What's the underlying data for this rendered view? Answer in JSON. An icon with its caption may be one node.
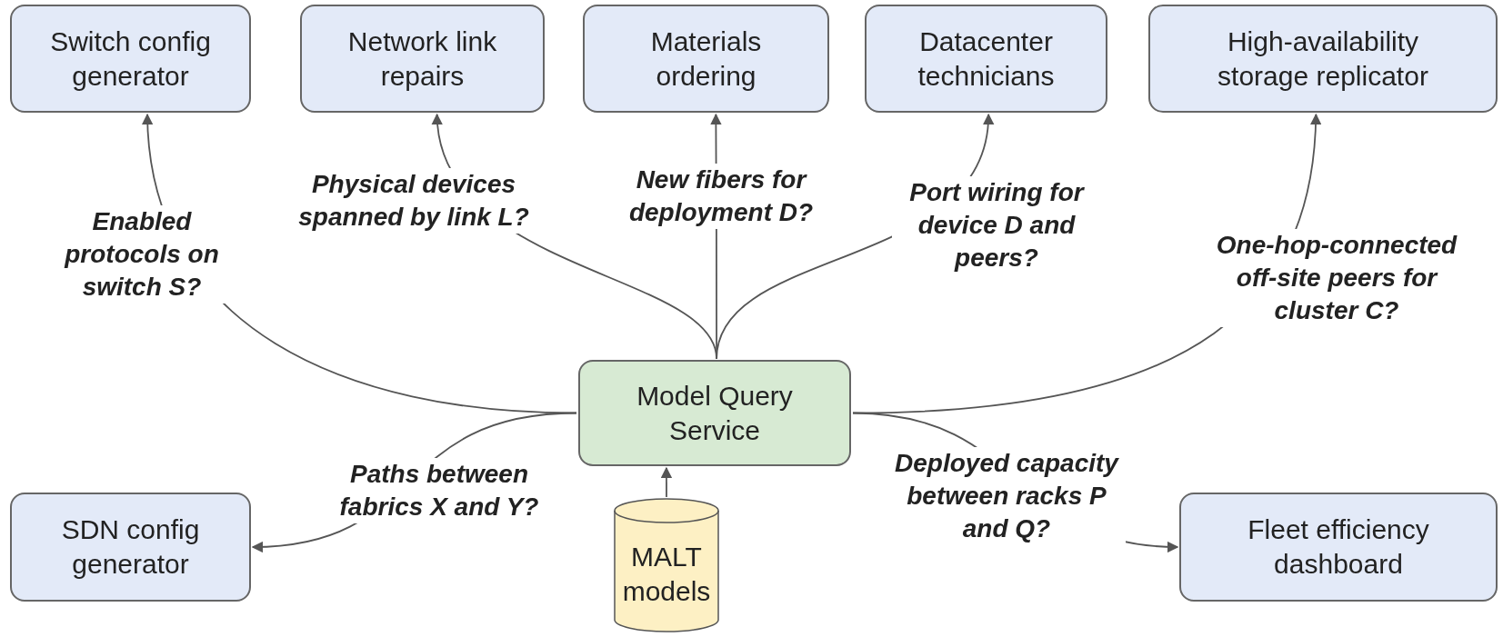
{
  "diagram": {
    "nodes": [
      {
        "text": [
          "Switch config generator"
        ]
      },
      {
        "text": [
          "Network link repairs"
        ]
      },
      {
        "text": [
          "Materials ordering"
        ]
      },
      {
        "text": [
          "Datacenter technicians"
        ]
      },
      {
        "text": [
          "High-availability storage replicator"
        ]
      },
      {
        "text": [
          "Model Query Service"
        ]
      },
      {
        "text": [
          "SDN config generator"
        ]
      },
      {
        "text": [
          "MALT models"
        ]
      },
      {
        "text": [
          "Fleet efficiency dashboard"
        ]
      }
    ],
    "edges": [
      {
        "from": 5,
        "to": 0,
        "arrow": "to",
        "label": "Enabled protocols on switch S?"
      },
      {
        "from": 5,
        "to": 1,
        "arrow": "to",
        "label": "Physical devices spanned by link L?"
      },
      {
        "from": 5,
        "to": 2,
        "arrow": "to",
        "label": "New fibers for deployment D?"
      },
      {
        "from": 5,
        "to": 3,
        "arrow": "to",
        "label": "Port wiring for device D and peers?"
      },
      {
        "from": 5,
        "to": 4,
        "arrow": "to",
        "label": "One-hop-connected off-site peers for cluster C?"
      },
      {
        "from": 5,
        "to": 6,
        "arrow": "to",
        "label": "Paths between fabrics X and Y?"
      },
      {
        "from": 5,
        "to": 8,
        "arrow": "to",
        "label": "Deployed capacity between racks P and Q?"
      },
      {
        "from": 7,
        "to": 5,
        "arrow": "to"
      }
    ]
  }
}
